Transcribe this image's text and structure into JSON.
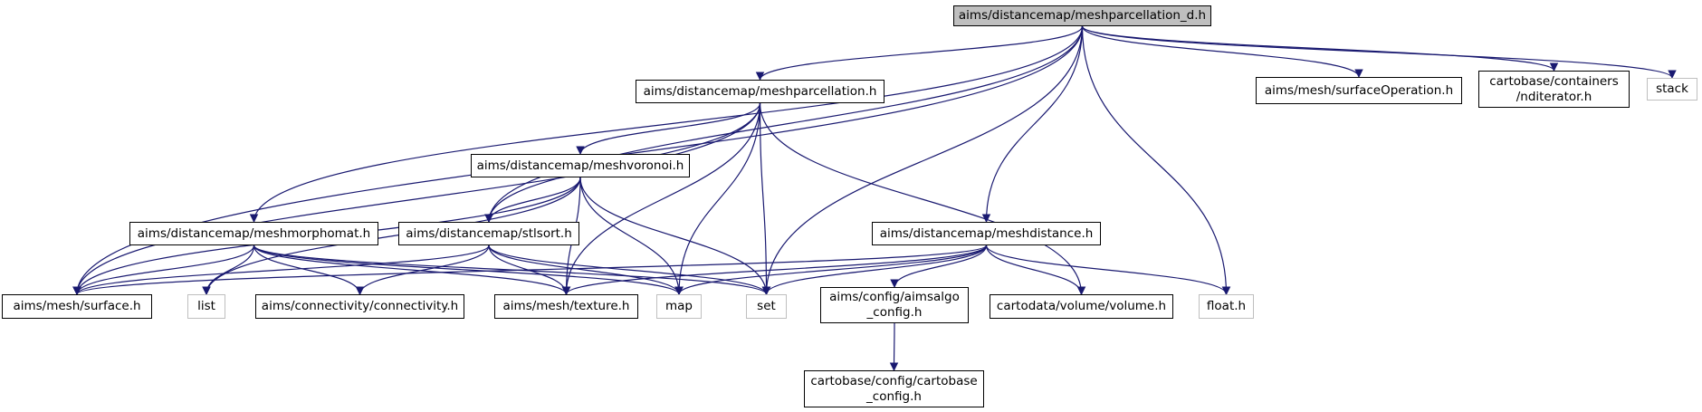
{
  "colors": {
    "edge": "#191970",
    "node_border": "#000000",
    "external_border": "#bfbfbf",
    "root_fill": "#bfbfbf"
  },
  "nodes": {
    "root": {
      "label": "aims/distancemap/meshparcellation_d.h",
      "kind": "root"
    },
    "meshparcellation": {
      "label": "aims/distancemap/meshparcellation.h",
      "kind": "internal"
    },
    "surfaceOperation": {
      "label": "aims/mesh/surfaceOperation.h",
      "kind": "internal"
    },
    "nditerator": {
      "label": "cartobase/containers\n/nditerator.h",
      "kind": "internal"
    },
    "stack": {
      "label": "stack",
      "kind": "external"
    },
    "meshvoronoi": {
      "label": "aims/distancemap/meshvoronoi.h",
      "kind": "internal"
    },
    "meshmorphomat": {
      "label": "aims/distancemap/meshmorphomat.h",
      "kind": "internal"
    },
    "stlsort": {
      "label": "aims/distancemap/stlsort.h",
      "kind": "internal"
    },
    "meshdistance": {
      "label": "aims/distancemap/meshdistance.h",
      "kind": "internal"
    },
    "surface": {
      "label": "aims/mesh/surface.h",
      "kind": "internal"
    },
    "list": {
      "label": "list",
      "kind": "external"
    },
    "connectivity": {
      "label": "aims/connectivity/connectivity.h",
      "kind": "internal"
    },
    "texture": {
      "label": "aims/mesh/texture.h",
      "kind": "internal"
    },
    "map": {
      "label": "map",
      "kind": "external"
    },
    "set": {
      "label": "set",
      "kind": "external"
    },
    "aimsalgo": {
      "label": "aims/config/aimsalgo\n_config.h",
      "kind": "internal"
    },
    "volume": {
      "label": "cartodata/volume/volume.h",
      "kind": "internal"
    },
    "float": {
      "label": "float.h",
      "kind": "external"
    },
    "cartobase_config": {
      "label": "cartobase/config/cartobase\n_config.h",
      "kind": "internal"
    }
  },
  "edges": [
    [
      "root",
      "meshparcellation"
    ],
    [
      "root",
      "surfaceOperation"
    ],
    [
      "root",
      "nditerator"
    ],
    [
      "root",
      "stack"
    ],
    [
      "root",
      "surface"
    ],
    [
      "root",
      "meshmorphomat"
    ],
    [
      "root",
      "stlsort"
    ],
    [
      "root",
      "meshdistance"
    ],
    [
      "root",
      "set"
    ],
    [
      "root",
      "float"
    ],
    [
      "meshparcellation",
      "surface"
    ],
    [
      "meshparcellation",
      "meshvoronoi"
    ],
    [
      "meshparcellation",
      "stlsort"
    ],
    [
      "meshparcellation",
      "texture"
    ],
    [
      "meshparcellation",
      "map"
    ],
    [
      "meshparcellation",
      "set"
    ],
    [
      "meshparcellation",
      "volume"
    ],
    [
      "meshvoronoi",
      "surface"
    ],
    [
      "meshvoronoi",
      "list"
    ],
    [
      "meshvoronoi",
      "stlsort"
    ],
    [
      "meshvoronoi",
      "texture"
    ],
    [
      "meshvoronoi",
      "map"
    ],
    [
      "meshvoronoi",
      "set"
    ],
    [
      "meshmorphomat",
      "surface"
    ],
    [
      "meshmorphomat",
      "list"
    ],
    [
      "meshmorphomat",
      "connectivity"
    ],
    [
      "meshmorphomat",
      "texture"
    ],
    [
      "meshmorphomat",
      "map"
    ],
    [
      "meshmorphomat",
      "set"
    ],
    [
      "stlsort",
      "surface"
    ],
    [
      "stlsort",
      "connectivity"
    ],
    [
      "stlsort",
      "texture"
    ],
    [
      "stlsort",
      "map"
    ],
    [
      "stlsort",
      "set"
    ],
    [
      "meshdistance",
      "surface"
    ],
    [
      "meshdistance",
      "texture"
    ],
    [
      "meshdistance",
      "map"
    ],
    [
      "meshdistance",
      "set"
    ],
    [
      "meshdistance",
      "aimsalgo"
    ],
    [
      "meshdistance",
      "volume"
    ],
    [
      "meshdistance",
      "float"
    ],
    [
      "aimsalgo",
      "cartobase_config"
    ]
  ]
}
